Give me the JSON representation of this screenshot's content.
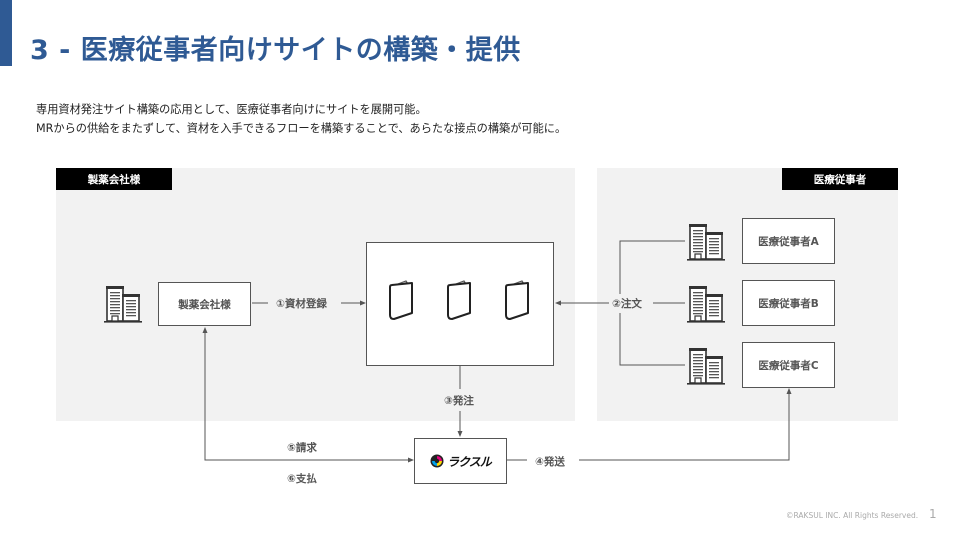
{
  "header": {
    "title": "3 - 医療従事者向けサイトの構築・提供",
    "accent_color": "#2f5a94"
  },
  "description": {
    "line1": "専用資材発注サイト構築の応用として、医療従事者向けにサイトを展開可能。",
    "line2": "MRからの供給をまたずして、資材を入手できるフローを構築することで、あらたな接点の構築が可能に。"
  },
  "panels": {
    "left_label": "製薬会社様",
    "right_label": "医療従事者"
  },
  "nodes": {
    "pharma": "製薬会社様",
    "site_icons": [
      "book-icon",
      "book-icon",
      "book-icon"
    ],
    "raksul_logo_text": "ラクスル",
    "providers": [
      "医療従事者A",
      "医療従事者B",
      "医療従事者C"
    ]
  },
  "flows": {
    "step1": "①資材登録",
    "step2": "②注文",
    "step3": "③発注",
    "step4": "④発送",
    "step5": "⑤請求",
    "step6": "⑥支払"
  },
  "footer": {
    "copyright": "©RAKSUL INC. All Rights Reserved.",
    "page_number": "1"
  }
}
